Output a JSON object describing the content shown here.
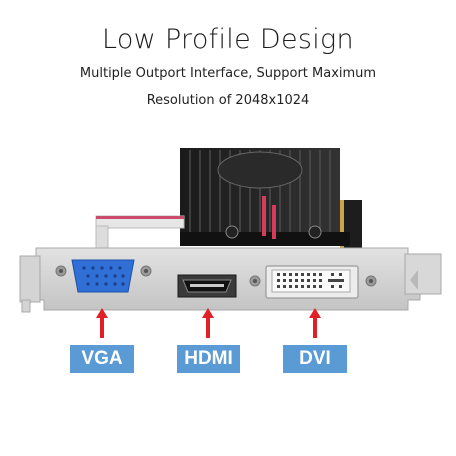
{
  "title": "Low Profile Design",
  "subtitle_line1": "Multiple Outport Interface, Support Maximum",
  "subtitle_line2": "Resolution of 2048x1024",
  "ports": [
    {
      "label": "VGA"
    },
    {
      "label": "HDMI"
    },
    {
      "label": "DVI"
    }
  ],
  "colors": {
    "label_bg": "#5b9bd5",
    "arrow": "#e01f26",
    "bracket": "#cfcfcf",
    "vga_port": "#2f6fd6"
  }
}
